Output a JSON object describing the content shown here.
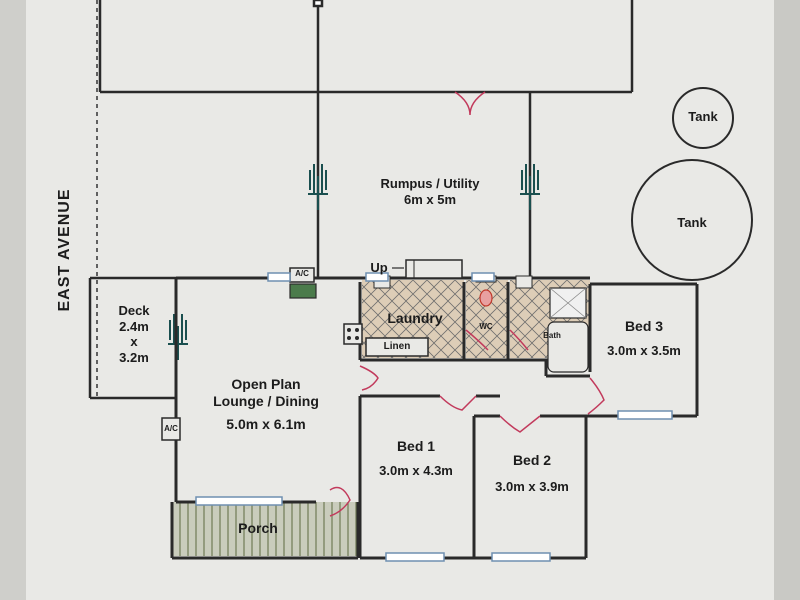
{
  "street": "EAST AVENUE",
  "rooms": {
    "rumpus": {
      "name": "Rumpus / Utility",
      "dims": "6m x 5m"
    },
    "deck": {
      "name": "Deck",
      "w": "2.4m",
      "x": "x",
      "h": "3.2m"
    },
    "lounge": {
      "name1": "Open Plan",
      "name2": "Lounge / Dining",
      "dims": "5.0m x 6.1m"
    },
    "laundry": {
      "name": "Laundry"
    },
    "linen": {
      "name": "Linen"
    },
    "wc": {
      "name": "WC"
    },
    "bath": {
      "name": "Bath"
    },
    "bed1": {
      "name": "Bed 1",
      "dims": "3.0m x 4.3m"
    },
    "bed2": {
      "name": "Bed 2",
      "dims": "3.0m x 3.9m"
    },
    "bed3": {
      "name": "Bed 3",
      "dims": "3.0m x 3.5m"
    },
    "porch": {
      "name": "Porch"
    }
  },
  "tanks": {
    "small": "Tank",
    "large": "Tank"
  },
  "fixtures": {
    "ac1": "A/C",
    "ac2": "A/C",
    "up": "Up"
  },
  "colors": {
    "wall": "#2a2a2a",
    "door": "#c23a5c",
    "window": "#6f8fb0",
    "hatch": "#8a9a70",
    "laundry_tile": "#d9c7b0"
  }
}
